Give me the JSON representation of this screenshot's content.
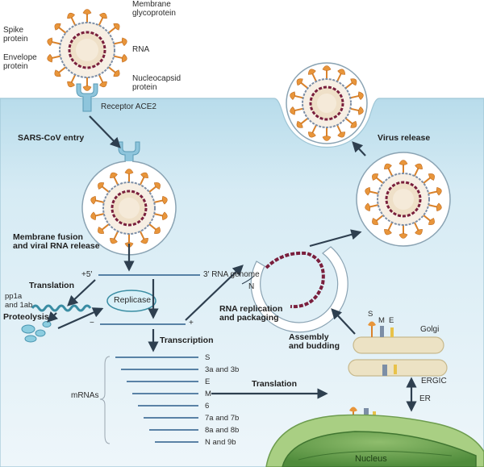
{
  "labels": {
    "membrane_glycoprotein_1": "Membrane",
    "membrane_glycoprotein_2": "glycoprotein",
    "spike_protein_1": "Spike",
    "spike_protein_2": "protein",
    "rna": "RNA",
    "envelope_protein_1": "Envelope",
    "envelope_protein_2": "protein",
    "nucleocapsid_protein_1": "Nucleocapsid",
    "nucleocapsid_protein_2": "protein",
    "receptor_ace2": "Receptor ACE2",
    "sars_cov_entry": "SARS-CoV entry",
    "membrane_fusion_1": "Membrane fusion",
    "membrane_fusion_2": "and viral RNA release",
    "plus_5prime": "+5′",
    "rna_genome": "3′ RNA genome",
    "translation_1": "Translation",
    "pp1a_1": "pp1a",
    "pp1a_2": "and 1ab",
    "proteolysis": "Proteolysis",
    "replicase": "Replicase",
    "minus_sign": "−",
    "plus_sign": "+",
    "transcription": "Transcription",
    "mrnas": "mRNAs",
    "mrna_list": [
      "S",
      "3a and 3b",
      "E",
      "M",
      "6",
      "7a and 7b",
      "8a and 8b",
      "N and 9b"
    ],
    "translation_2": "Translation",
    "rna_replication_1": "RNA replication",
    "rna_replication_2": "and packaging",
    "n_label": "N",
    "virus_release": "Virus release",
    "assembly_1": "Assembly",
    "assembly_2": "and budding",
    "s_label": "S",
    "m_label": "M",
    "e_label": "E",
    "golgi": "Golgi",
    "ergic": "ERGIC",
    "er": "ER",
    "nucleus": "Nucleus"
  },
  "colors": {
    "cytoplasm": "#dcedf5",
    "spike": "#e8953a",
    "membrane": "#8a9bb0",
    "rna": "#7a1f3d",
    "organelle": "#e9e0c4",
    "er": "#9cc47a",
    "nucleus": "#5e9a47",
    "arrow": "#2e3f4f"
  }
}
